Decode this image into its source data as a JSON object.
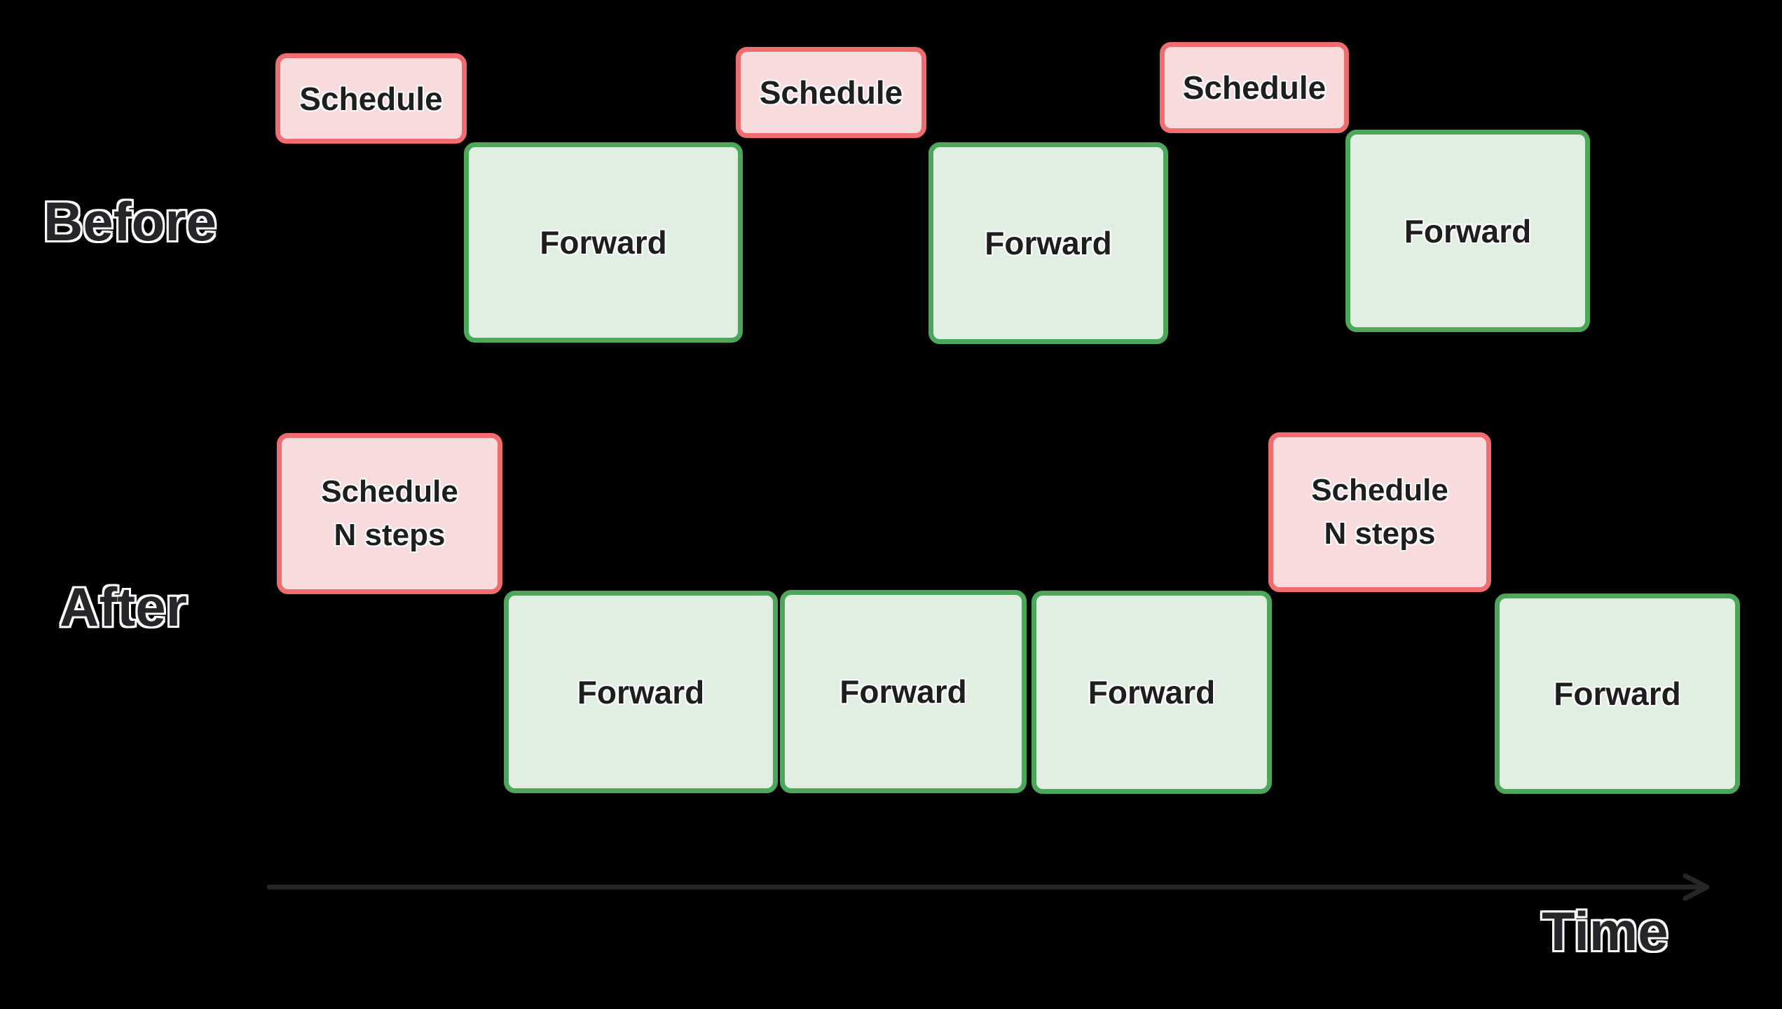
{
  "rows": {
    "before": {
      "label": "Before",
      "boxes": [
        {
          "kind": "schedule",
          "label": "Schedule"
        },
        {
          "kind": "forward",
          "label": "Forward"
        },
        {
          "kind": "schedule",
          "label": "Schedule"
        },
        {
          "kind": "forward",
          "label": "Forward"
        },
        {
          "kind": "schedule",
          "label": "Schedule"
        },
        {
          "kind": "forward",
          "label": "Forward"
        }
      ]
    },
    "after": {
      "label": "After",
      "boxes": [
        {
          "kind": "schedule",
          "label_line1": "Schedule",
          "label_line2": "N steps"
        },
        {
          "kind": "forward",
          "label": "Forward"
        },
        {
          "kind": "forward",
          "label": "Forward"
        },
        {
          "kind": "forward",
          "label": "Forward"
        },
        {
          "kind": "schedule",
          "label_line1": "Schedule",
          "label_line2": "N steps"
        },
        {
          "kind": "forward",
          "label": "Forward"
        }
      ]
    }
  },
  "axis": {
    "label": "Time"
  },
  "colors": {
    "background": "#000000",
    "schedule_fill": "#f8dbdd",
    "schedule_border": "#ef6c6f",
    "forward_fill": "#e0efe1",
    "forward_border": "#4ca75a",
    "box_text": "#1e1e1e",
    "ghost_label_fill": "#26262a",
    "ghost_label_outline": "#ffffff",
    "arrow": "#262626"
  }
}
